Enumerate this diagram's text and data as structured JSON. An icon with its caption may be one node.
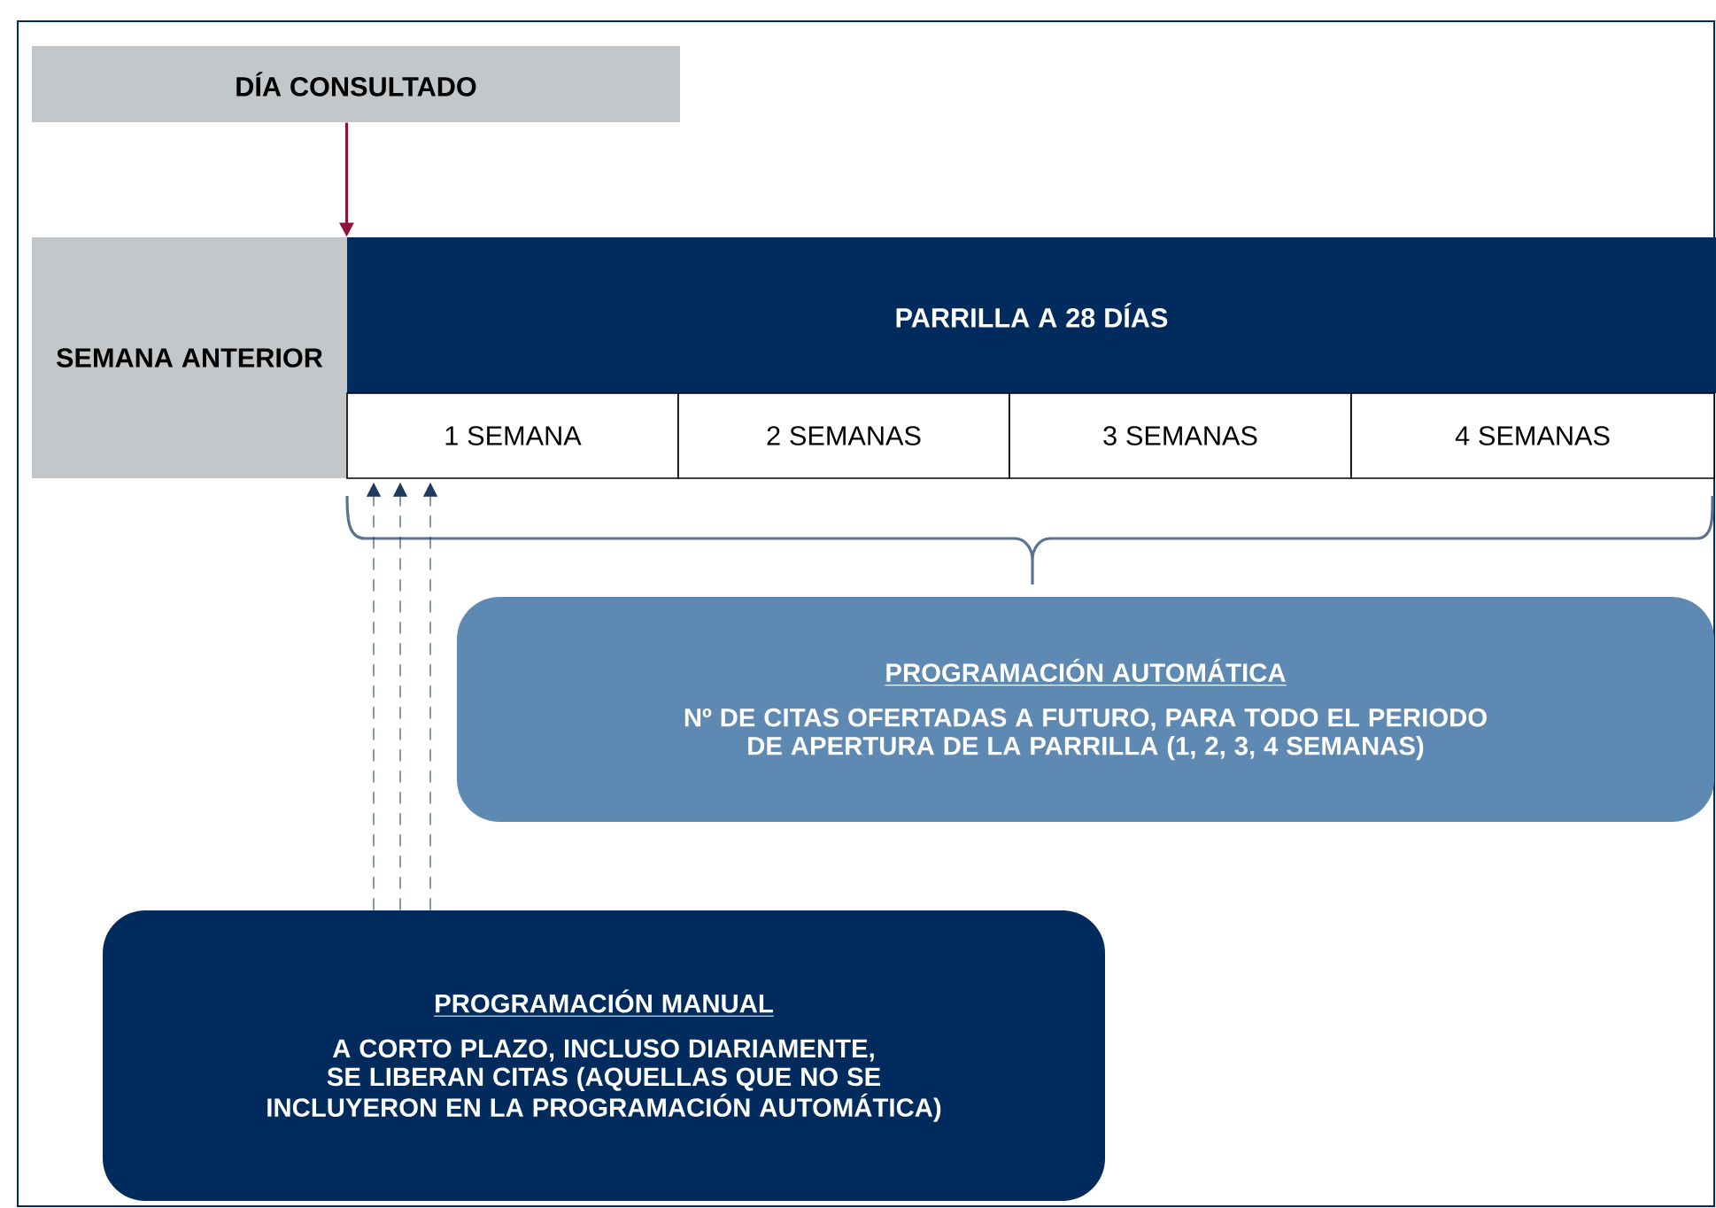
{
  "diagram": {
    "nodes": [
      {
        "text": [
          "DÍA CONSULTADO"
        ]
      },
      {
        "text": [
          "SEMANA ANTERIOR"
        ]
      },
      {
        "text": [
          "PARRILLA A 28 DÍAS"
        ]
      },
      {
        "text": [
          "1 SEMANA"
        ]
      },
      {
        "text": [
          "2 SEMANAS"
        ]
      },
      {
        "text": [
          "3 SEMANAS"
        ]
      },
      {
        "text": [
          "4 SEMANAS"
        ]
      },
      {
        "text": [
          "PROGRAMACIÓN AUTOMÁTICA",
          "Nº DE CITAS OFERTADAS A FUTURO, PARA TODO EL PERIODO DE APERTURA DE LA PARRILLA (1, 2, 3, 4 SEMANAS)"
        ]
      },
      {
        "text": [
          "PROGRAMACIÓN MANUAL",
          "A CORTO PLAZO, INCLUSO DIARIAMENTE, SE LIBERAN CITAS (AQUELLAS QUE NO SE INCLUYERON EN LA PROGRAMACIÓN AUTOMÁTICA)"
        ]
      }
    ],
    "edges": [
      {
        "from": 0,
        "to": 2,
        "arrow": "to",
        "color": "#8b1538"
      },
      {
        "from": 8,
        "to": 3,
        "arrow": "to",
        "style": "dashed"
      },
      {
        "from": 8,
        "to": 3,
        "arrow": "to",
        "style": "dashed"
      },
      {
        "from": 8,
        "to": 3,
        "arrow": "to",
        "style": "dashed"
      }
    ]
  }
}
